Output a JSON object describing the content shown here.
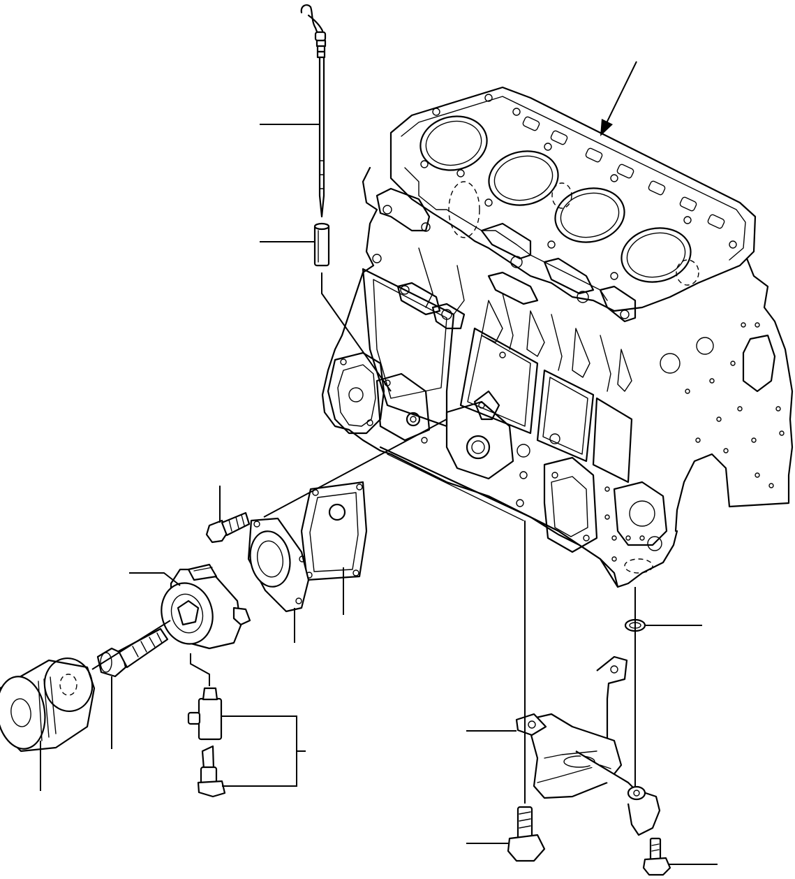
{
  "diagram": {
    "kind": "exploded-parts-illustration",
    "line_color": "#000000",
    "background": "#ffffff",
    "parts": [
      "cylinder-block",
      "oil-dipstick",
      "dipstick-guide-tube",
      "oil-cooler-gasket",
      "oil-cooler-cover",
      "oil-cooler-bolt",
      "oil-cooler",
      "connector-stud",
      "oil-filter-cartridge",
      "oil-pressure-tee",
      "oil-pressure-switch",
      "o-ring",
      "oil-strainer",
      "strainer-bolt-left",
      "strainer-bolt-right"
    ],
    "callout_labels_printed": false
  }
}
